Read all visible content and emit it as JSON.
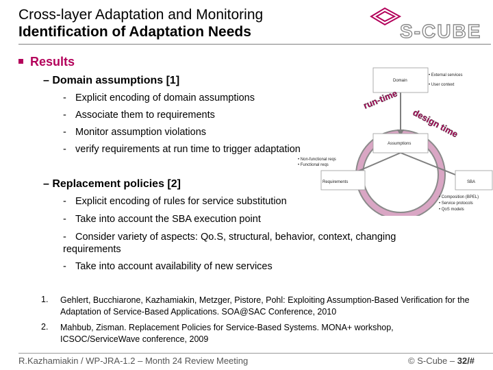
{
  "header": {
    "title_line1": "Cross-layer Adaptation and Monitoring",
    "title_line2": "Identification of Adaptation Needs",
    "logo_text": "S-CUBE",
    "colors": {
      "accent": "#b3005a",
      "logo_gray": "#8a8a8a"
    }
  },
  "section": {
    "title": "Results",
    "domain_assumptions": {
      "heading": "– Domain assumptions  [1]",
      "items": [
        "Explicit encoding of domain assumptions",
        "Associate them to requirements",
        "Monitor assumption violations",
        "verify requirements at run time to trigger adaptation"
      ]
    },
    "replacement_policies": {
      "heading": "– Replacement policies [2]",
      "items": [
        "Explicit encoding of rules for service substitution",
        "Take into account the SBA execution point",
        "Consider variety of aspects: Qo.S, structural, behavior, context, changing requirements",
        "Take into account availability of new services"
      ]
    }
  },
  "diagram": {
    "domain": "Domain",
    "domain_notes": [
      "• External services",
      "• User context"
    ],
    "run_time": "run-time",
    "design_time": "design time",
    "assumptions": "Assumptions",
    "req_notes": [
      "• Non-functional reqs",
      "• Functional reqs"
    ],
    "requirements": "Requirements",
    "sba": "SBA",
    "sba_notes": [
      "• Composition (BPEL)",
      "• Service protocols",
      "• QoS models"
    ]
  },
  "references": [
    {
      "num": "1.",
      "text": "Gehlert, Bucchiarone,  Kazhamiakin, Metzger, Pistore, Pohl: Exploiting Assumption-Based Verification for the Adaptation of Service-Based Applications. SOA@SAC Conference, 2010"
    },
    {
      "num": "2.",
      "text": "Mahbub, Zisman. Replacement Policies for Service-Based Systems. MONA+ workshop, ICSOC/ServiceWave conference, 2009"
    }
  ],
  "footer": {
    "left": "R.Kazhamiakin / WP-JRA-1.2 – Month 24 Review Meeting",
    "right_prefix": "© S-Cube – ",
    "right_page": "32/#"
  }
}
